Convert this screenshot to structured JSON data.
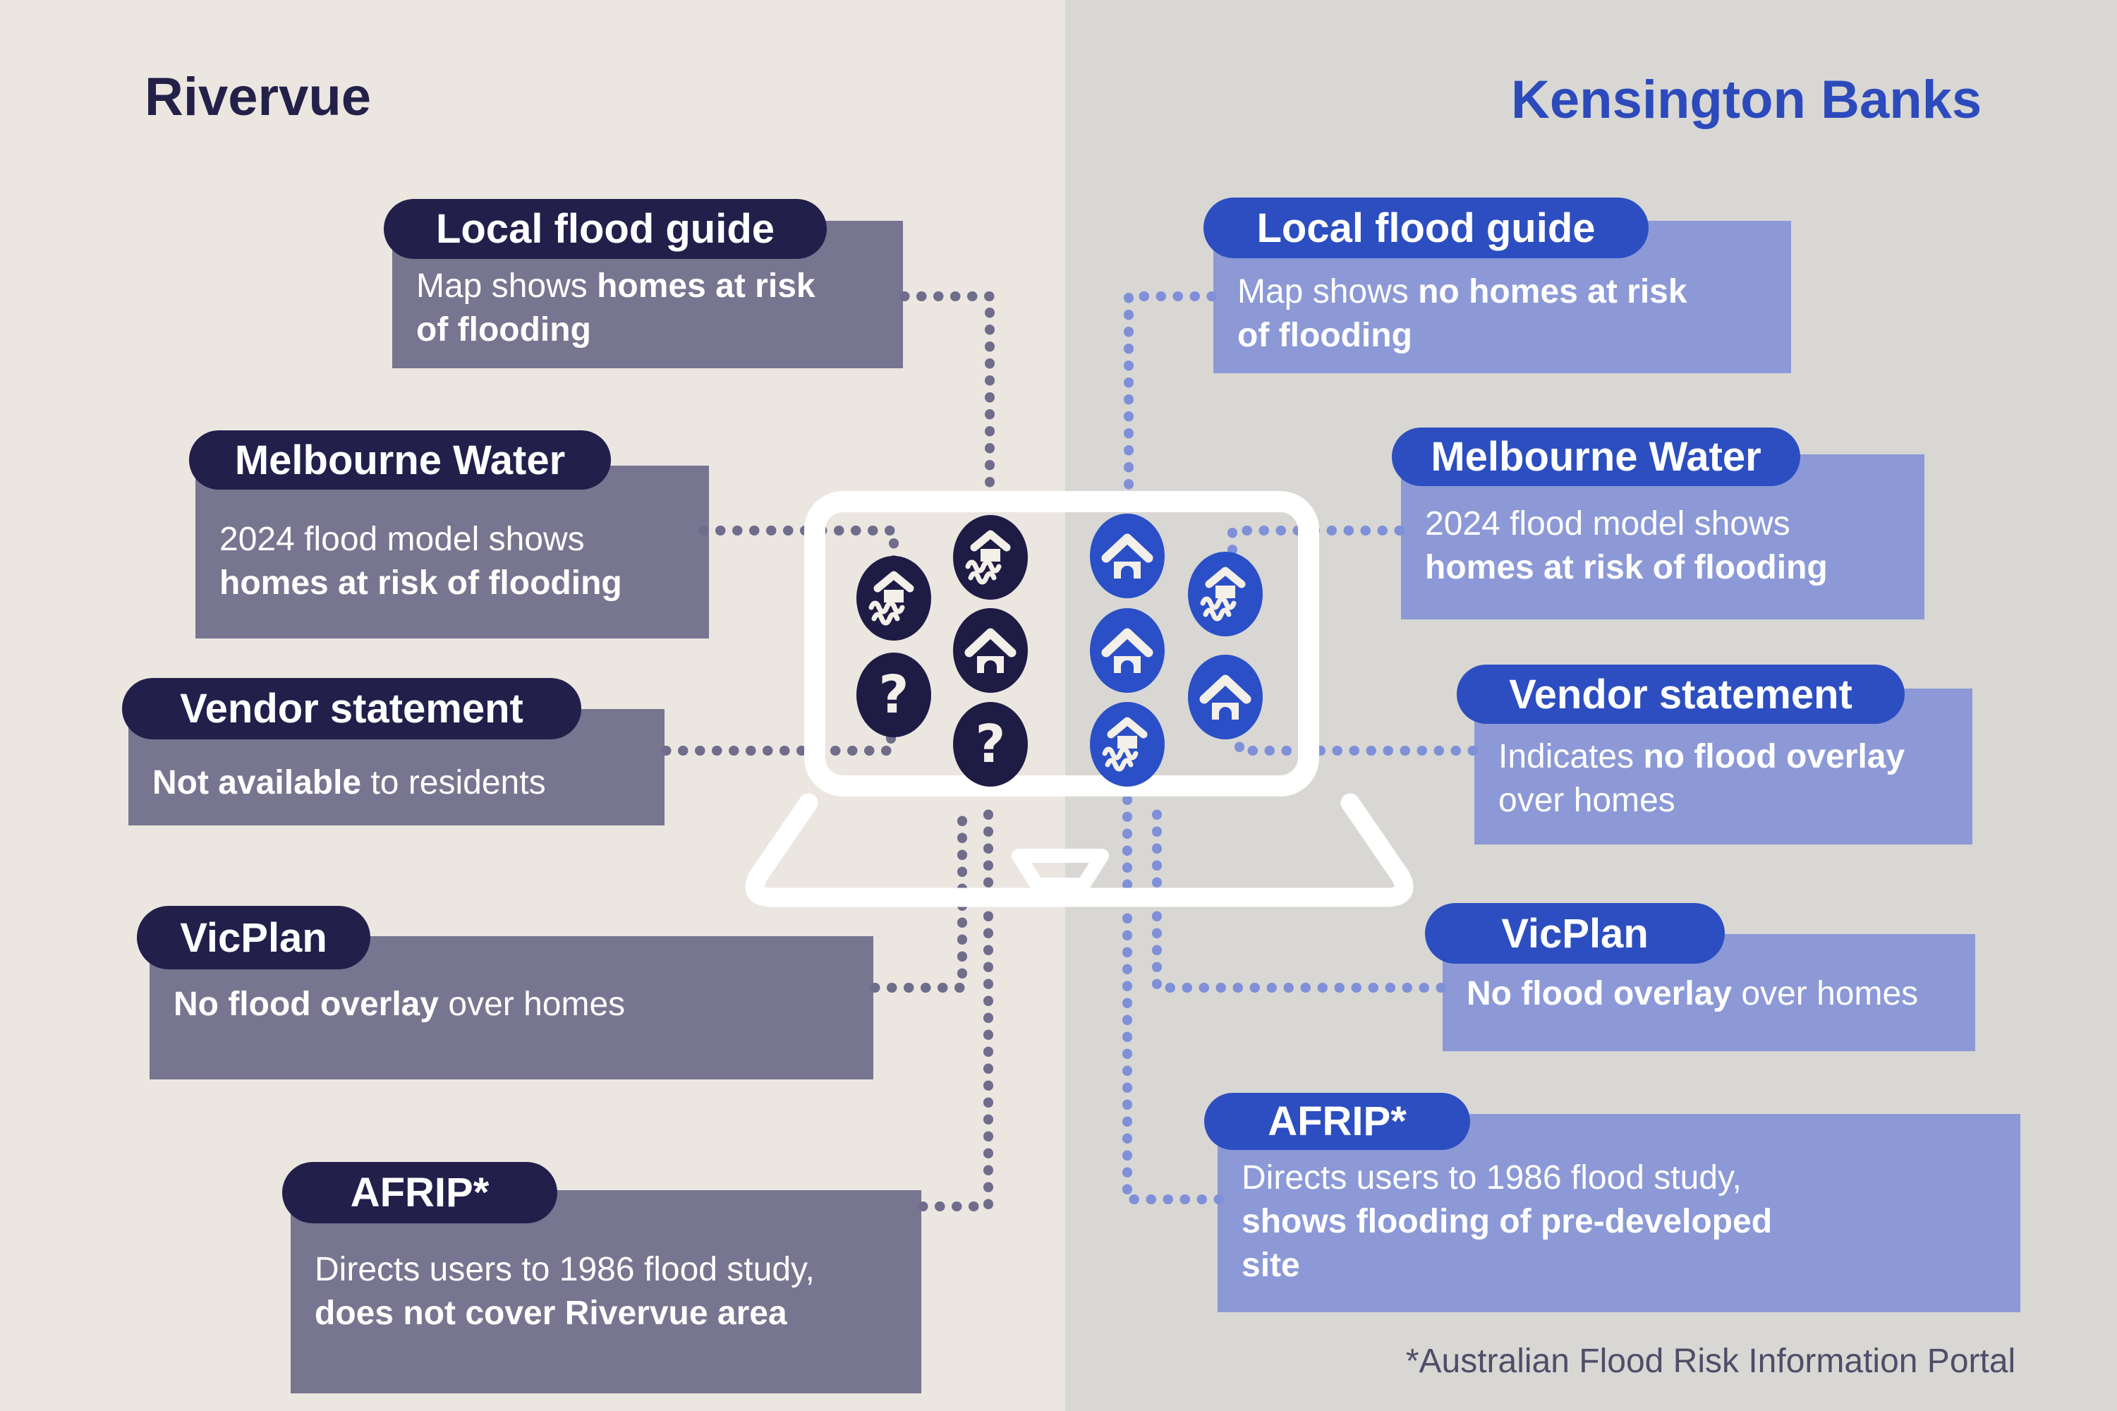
{
  "page": {
    "left_title": "Rivervue",
    "right_title": "Kensington Banks",
    "footnote": "*Australian Flood Risk Information Portal"
  },
  "colors": {
    "left_background": "#ebe6e0",
    "right_background": "#d8d7d4",
    "navy_pill": "#221f4b",
    "blue_pill": "#2c4ec0",
    "gray_body": "#77758f",
    "periwinkle_body": "#8c99d6",
    "gray_dots": "#6f6d8b",
    "blue_dots": "#7f90d9",
    "navy_icon_circle": "#1e1b45",
    "blue_icon_circle": "#2a4fc6",
    "laptop_outline": "#ffffff",
    "footnote_text": "#4f4d68"
  },
  "left_boxes": [
    {
      "pill": "Local flood guide",
      "lines": [
        {
          "pre": "Map shows ",
          "bold": "homes at risk",
          "post": ""
        },
        {
          "pre": "",
          "bold": "of flooding",
          "post": ""
        }
      ]
    },
    {
      "pill": "Melbourne Water",
      "lines": [
        {
          "pre": "2024 flood model shows",
          "bold": "",
          "post": ""
        },
        {
          "pre": "",
          "bold": "homes at risk of flooding",
          "post": ""
        }
      ]
    },
    {
      "pill": "Vendor statement",
      "lines": [
        {
          "pre": "",
          "bold": "Not available",
          "post": " to residents"
        }
      ]
    },
    {
      "pill": "VicPlan",
      "lines": [
        {
          "pre": "",
          "bold": "No flood overlay",
          "post": " over homes"
        }
      ]
    },
    {
      "pill": "AFRIP*",
      "lines": [
        {
          "pre": "Directs users to 1986 flood study,",
          "bold": "",
          "post": ""
        },
        {
          "pre": "",
          "bold": "does not cover Rivervue area",
          "post": ""
        }
      ]
    }
  ],
  "right_boxes": [
    {
      "pill": "Local flood guide",
      "lines": [
        {
          "pre": "Map shows ",
          "bold": "no homes at risk",
          "post": ""
        },
        {
          "pre": "",
          "bold": "of flooding",
          "post": ""
        }
      ]
    },
    {
      "pill": "Melbourne Water",
      "lines": [
        {
          "pre": "2024 flood model shows",
          "bold": "",
          "post": ""
        },
        {
          "pre": "",
          "bold": "homes at risk of flooding",
          "post": ""
        }
      ]
    },
    {
      "pill": "Vendor statement",
      "lines": [
        {
          "pre": "Indicates ",
          "bold": "no flood overlay",
          "post": ""
        },
        {
          "pre": "over homes",
          "bold": "",
          "post": ""
        }
      ]
    },
    {
      "pill": "VicPlan",
      "lines": [
        {
          "pre": "",
          "bold": "No flood overlay",
          "post": " over homes"
        }
      ]
    },
    {
      "pill": "AFRIP*",
      "lines": [
        {
          "pre": "Directs users to 1986 flood study,",
          "bold": "",
          "post": ""
        },
        {
          "pre": "",
          "bold": "shows flooding of pre-developed",
          "post": ""
        },
        {
          "pre": "",
          "bold": "site",
          "post": ""
        }
      ]
    }
  ],
  "laptop": {
    "icons": [
      {
        "shape": "flood",
        "name": "house-on-water-icon",
        "side": "rivervue"
      },
      {
        "shape": "flood",
        "name": "house-on-water-icon",
        "side": "rivervue"
      },
      {
        "shape": "house",
        "name": "house-icon",
        "side": "rivervue"
      },
      {
        "shape": "question",
        "name": "question-mark-icon",
        "side": "rivervue"
      },
      {
        "shape": "question",
        "name": "question-mark-icon",
        "side": "rivervue"
      },
      {
        "shape": "house",
        "name": "house-icon",
        "side": "kensington"
      },
      {
        "shape": "flood",
        "name": "house-on-water-icon",
        "side": "kensington"
      },
      {
        "shape": "house",
        "name": "house-icon",
        "side": "kensington"
      },
      {
        "shape": "house",
        "name": "house-icon",
        "side": "kensington"
      },
      {
        "shape": "flood",
        "name": "house-on-water-icon",
        "side": "kensington"
      }
    ]
  }
}
